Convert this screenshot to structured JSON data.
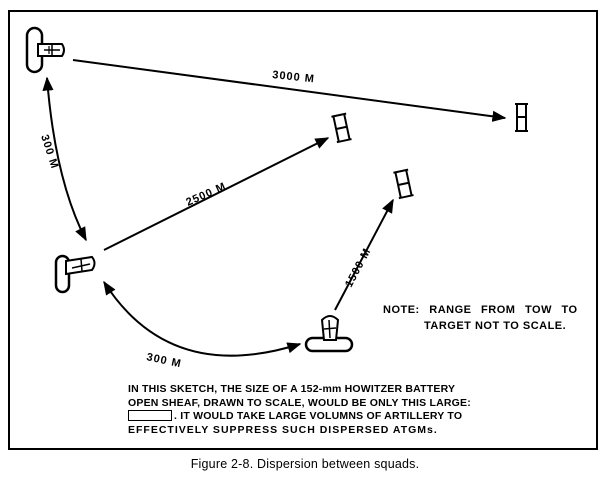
{
  "diagram": {
    "labels": {
      "d3000": "3000 M",
      "d2500": "2500 M",
      "d1500": "1500 M",
      "d300a": "300 M",
      "d300b": "300 M"
    }
  },
  "note": {
    "line1": "NOTE: RANGE FROM TOW TO",
    "line2": "TARGET NOT TO SCALE."
  },
  "sketch_text": {
    "line1": "IN THIS SKETCH, THE SIZE OF A 152-mm HOWITZER BATTERY",
    "line2": "OPEN SHEAF, DRAWN TO SCALE, WOULD BE ONLY THIS LARGE:",
    "line3": ". IT WOULD TAKE LARGE VOLUMNS OF ARTILLERY TO",
    "line4": "EFFECTIVELY SUPPRESS SUCH DISPERSED ATGMs."
  },
  "caption": "Figure 2-8.  Dispersion between squads."
}
